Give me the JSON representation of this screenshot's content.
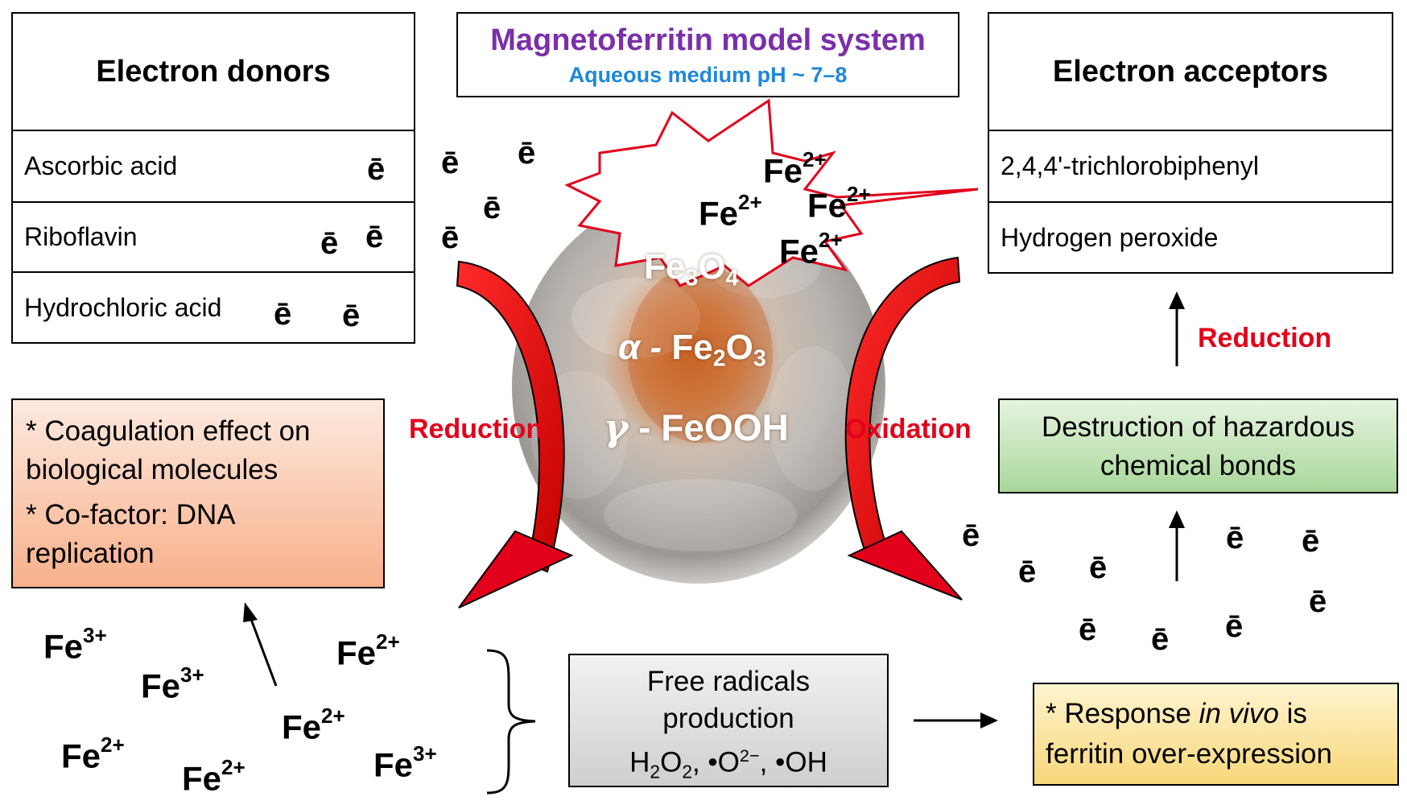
{
  "title": {
    "main": "Magnetoferritin model system",
    "sub": "Aqueous medium pH ~ 7–8"
  },
  "donors": {
    "header": "Electron donors",
    "items": [
      "Ascorbic acid",
      "Riboflavin",
      "Hydrochloric acid"
    ]
  },
  "acceptors": {
    "header": "Electron acceptors",
    "items": [
      "2,4,4'-trichlorobiphenyl",
      "Hydrogen peroxide"
    ]
  },
  "electron_symbol": "ē",
  "core": {
    "fe2_label": "Fe",
    "fe2_charge": "2+",
    "fe3_charge": "3+",
    "fe3o4": {
      "el1": "Fe",
      "n1": "3",
      "el2": "O",
      "n2": "4"
    },
    "fe2o3": {
      "prefix": "α - ",
      "el1": "Fe",
      "n1": "2",
      "el2": "O",
      "n2": "3"
    },
    "feooh": {
      "prefix": "γ",
      "formula": " - FeOOH"
    }
  },
  "arrows": {
    "left_label": "Reduction",
    "right_label": "Oxidation",
    "top_right_label": "Reduction"
  },
  "effects_box": {
    "line1": "* Coagulation effect on",
    "line2": "biological molecules",
    "line3": "* Co-factor: DNA",
    "line4": "replication"
  },
  "destruction_box": {
    "line1": "Destruction of hazardous",
    "line2": "chemical bonds"
  },
  "radicals_box": {
    "line1": "Free radicals",
    "line2": "production",
    "h2o2_h": "H",
    "h2o2_n": "2",
    "h2o2_o": "O",
    "h2o2_n2": "2",
    "rest": ", •O",
    "o_charge": "2−",
    "oh": ", •OH"
  },
  "response_box": {
    "line1_pre": "* Response ",
    "line1_em": "in vivo",
    "line1_post": " is",
    "line2": "ferritin over-expression"
  },
  "colors": {
    "title": "#7b2fa8",
    "subtitle": "#1e88d9",
    "red": "#e2001a",
    "effects_top": "#fde9df",
    "effects_bottom": "#f8b08a",
    "destruction_top": "#e6f4e0",
    "destruction_bottom": "#a9d79a",
    "radicals_top": "#f2f2f2",
    "radicals_bottom": "#cfcfcf",
    "response_top": "#fff4cf",
    "response_bottom": "#f8d77a"
  }
}
